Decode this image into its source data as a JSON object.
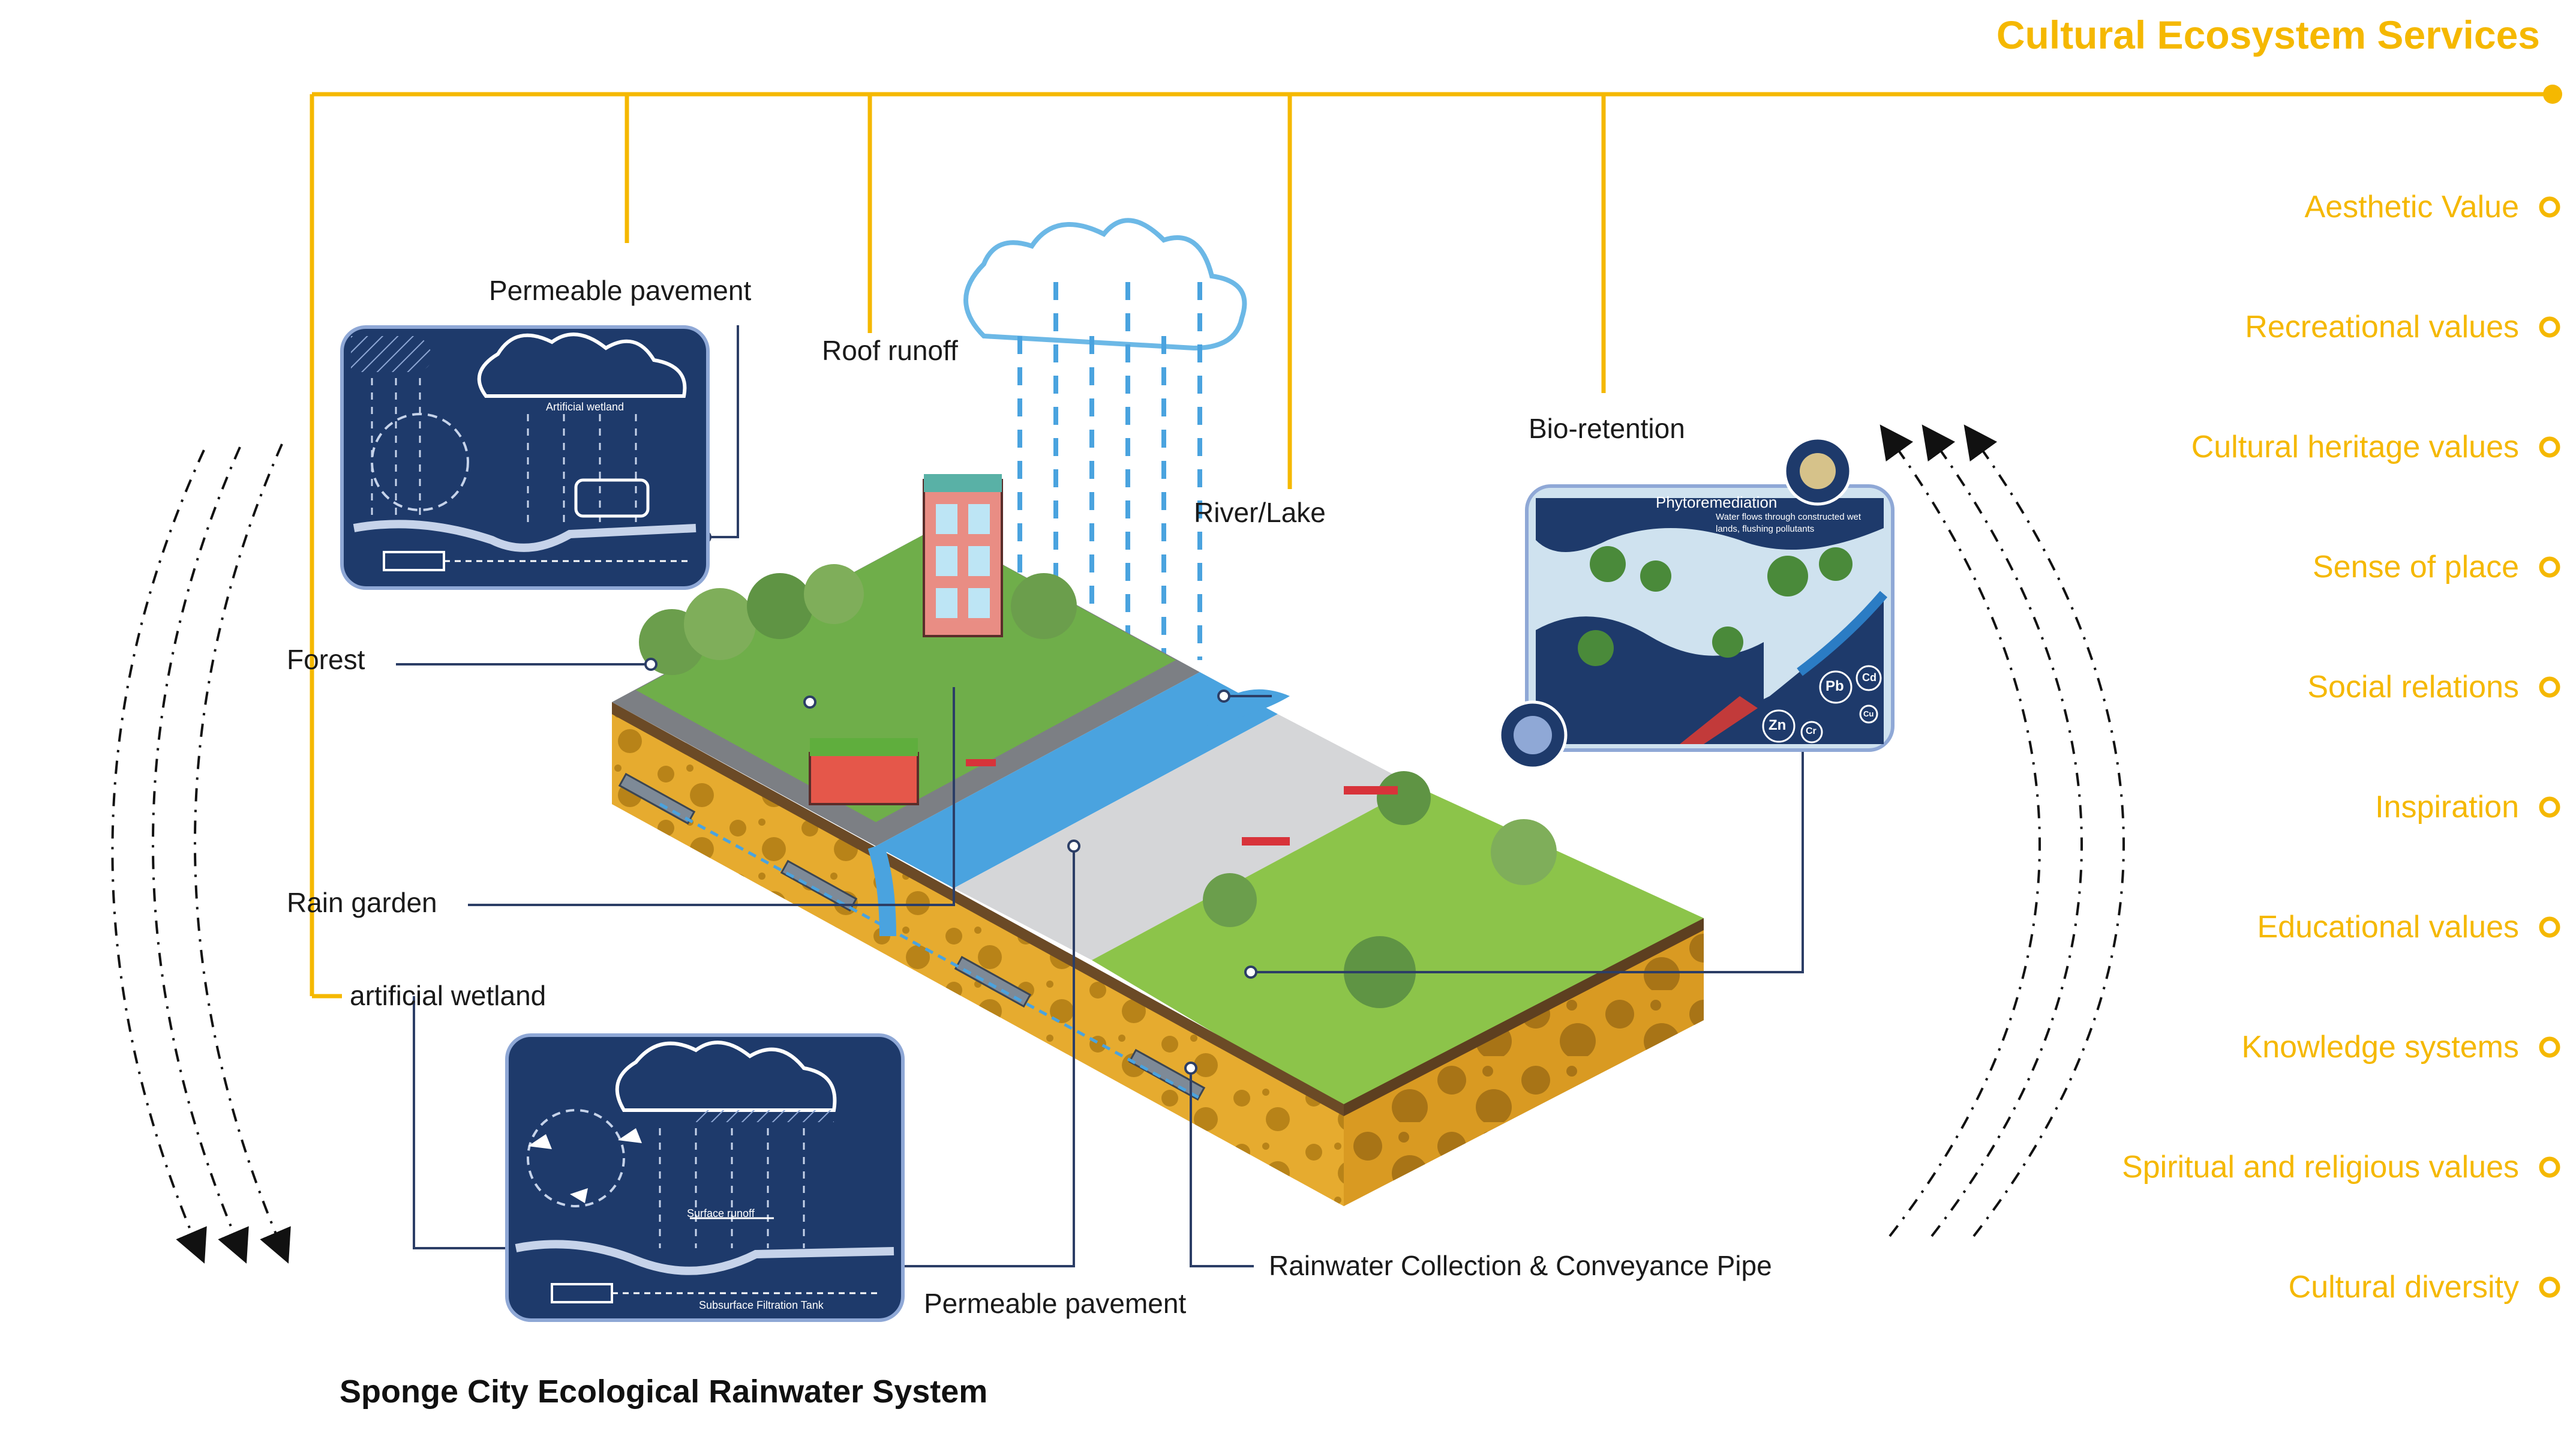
{
  "header": {
    "title": "Cultural Ecosystem Services"
  },
  "services": [
    "Aesthetic Value",
    "Recreational values",
    "Cultural heritage values",
    "Sense of place",
    "Social relations",
    "Inspiration",
    "Educational values",
    "Knowledge systems",
    "Spiritual and religious values",
    "Cultural diversity"
  ],
  "labels": {
    "permeable_top": "Permeable pavement",
    "roof_runoff": "Roof runoff",
    "river_lake": "River/Lake",
    "bio_retention": "Bio-retention",
    "forest": "Forest",
    "rain_garden": "Rain garden",
    "artificial_wetland": "artificial wetland",
    "permeable_bottom": "Permeable pavement",
    "pipe": "Rainwater Collection & Conveyance Pipe"
  },
  "insets": {
    "top_left": {
      "caption": "Artificial wetland"
    },
    "bottom_left": {
      "caption_runoff": "Surface runoff",
      "caption_tank": "Subsurface Filtration Tank"
    },
    "right": {
      "title": "Phytoremediation",
      "subtitle_1": "Water flows through constructed wet",
      "subtitle_2": "lands, flushing pollutants",
      "metals": [
        "Pb",
        "Cd",
        "Zn",
        "Cr",
        "Cu"
      ]
    }
  },
  "footer": {
    "title": "Sponge City Ecological Rainwater System"
  },
  "colors": {
    "accent": "#f5b800",
    "panel": "#1e3a6b",
    "soil": "#e8ad2e",
    "water": "#4aa3df"
  }
}
